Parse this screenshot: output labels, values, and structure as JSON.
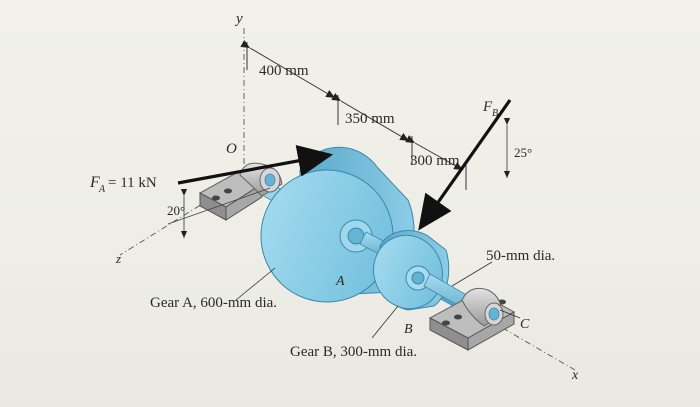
{
  "figure": {
    "labels": {
      "axis_y": "y",
      "axis_x": "x",
      "axis_z": "z",
      "origin": "O",
      "dim_400": "400 mm",
      "dim_350": "350 mm",
      "dim_300": "300 mm",
      "force_a": "F",
      "force_a_sub": "A",
      "force_a_value": "= 11 kN",
      "force_b": "F",
      "force_b_sub": "B",
      "angle_a": "20°",
      "angle_b": "25°",
      "shaft_dia": "50-mm dia.",
      "point_a": "A",
      "point_b": "B",
      "point_c": "C",
      "gear_a_caption": "Gear A, 600-mm dia.",
      "gear_b_caption": "Gear B, 300-mm dia."
    },
    "colors": {
      "gear": "#8fd0ea",
      "gear_dark": "#5eaed0",
      "bearing": "#c9c9c9",
      "force_arrow": "#111111"
    }
  }
}
